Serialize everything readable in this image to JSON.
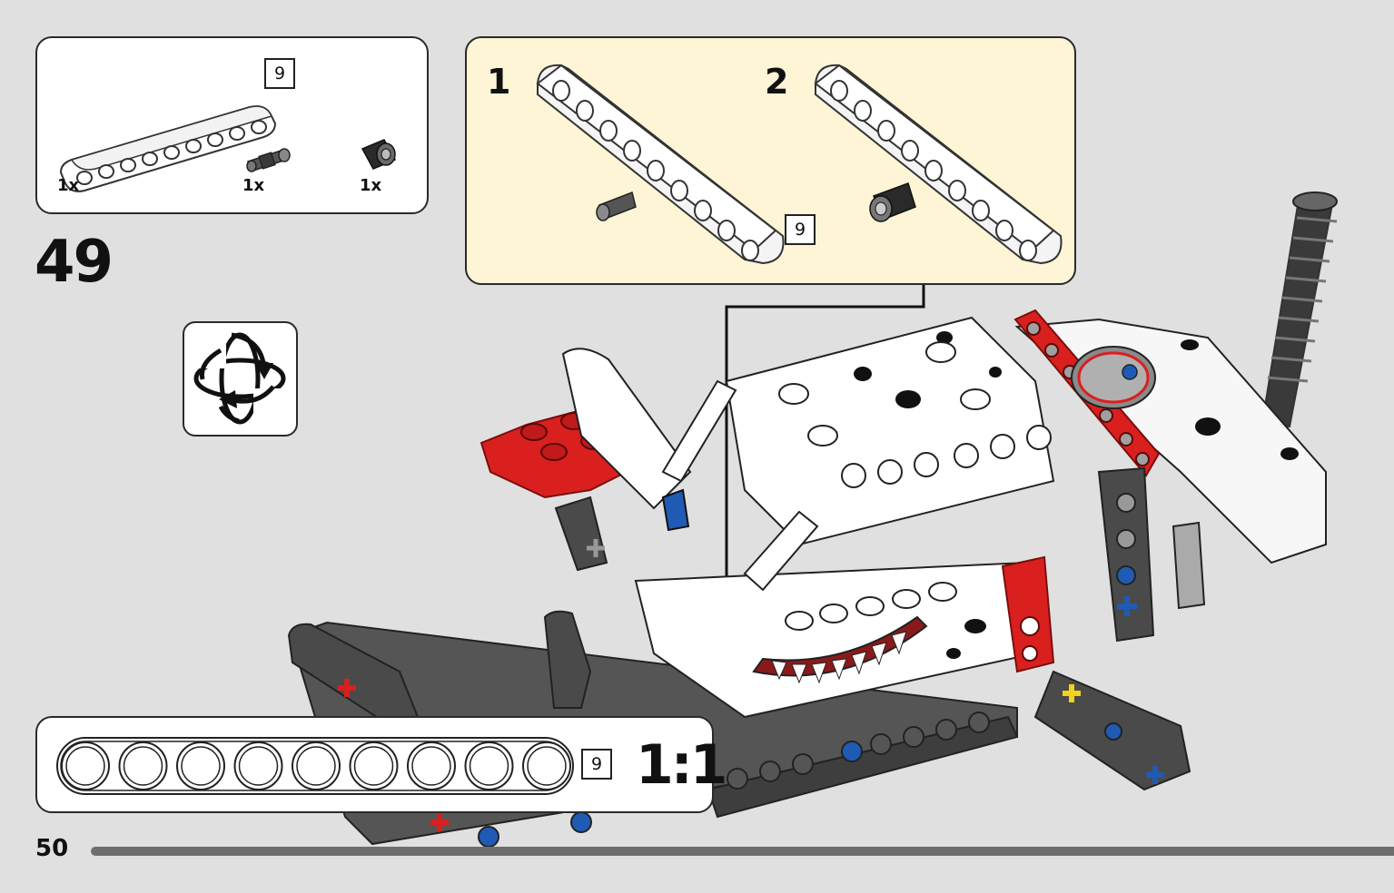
{
  "step": {
    "number": "49"
  },
  "parts_list": {
    "items": [
      {
        "name": "beam-9-icon",
        "qty": "1x",
        "length": "9"
      },
      {
        "name": "pin-connector-icon",
        "qty": "1x"
      },
      {
        "name": "bush-icon",
        "qty": "1x"
      }
    ]
  },
  "substeps": [
    {
      "number": "1",
      "length": "9"
    },
    {
      "number": "2"
    }
  ],
  "rotate": {
    "icon": "rotate-model-icon"
  },
  "scale_reference": {
    "length": "9",
    "label": "1:1",
    "holes": 9
  },
  "footer": {
    "page_number": "50"
  },
  "colors": {
    "background": "#e0e0e0",
    "subassembly_bg": "#fdf5d6",
    "red": "#d9201f",
    "dark_grey": "#4a4a4a",
    "blue": "#1f5bb5",
    "yellow": "#f2d21b"
  }
}
